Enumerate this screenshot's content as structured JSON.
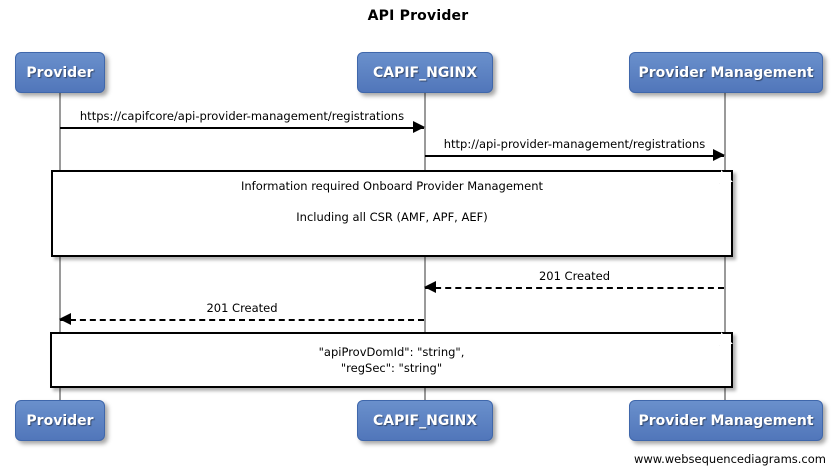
{
  "diagram": {
    "title": "API Provider",
    "footer": "www.websequencediagrams.com",
    "accent_color": "#5B84C4",
    "line_color": "#000000",
    "lifeline_color": "#9A9A9A"
  },
  "participants": [
    {
      "id": "provider",
      "label": "Provider"
    },
    {
      "id": "capif_nginx",
      "label": "CAPIF_NGINX"
    },
    {
      "id": "provider_management",
      "label": "Provider Management"
    }
  ],
  "messages": [
    {
      "id": "msg-1",
      "label": "https://capifcore/api-provider-management/registrations",
      "from": "Provider",
      "to": "CAPIF_NGINX",
      "style": "solid",
      "direction": "right"
    },
    {
      "id": "msg-2",
      "label": "http://api-provider-management/registrations",
      "from": "CAPIF_NGINX",
      "to": "Provider Management",
      "style": "solid",
      "direction": "right"
    },
    {
      "id": "msg-3",
      "label": "201 Created",
      "from": "Provider Management",
      "to": "CAPIF_NGINX",
      "style": "dashed",
      "direction": "left"
    },
    {
      "id": "msg-4",
      "label": "201 Created",
      "from": "CAPIF_NGINX",
      "to": "Provider",
      "style": "dashed",
      "direction": "left"
    }
  ],
  "notes": [
    {
      "id": "note-1",
      "lines": [
        "Information required Onboard Provider Management",
        "Including all CSR (AMF, APF, AEF)"
      ]
    },
    {
      "id": "note-2",
      "lines": [
        "\"apiProvDomId\": \"string\",",
        "\"regSec\": \"string\""
      ]
    }
  ]
}
